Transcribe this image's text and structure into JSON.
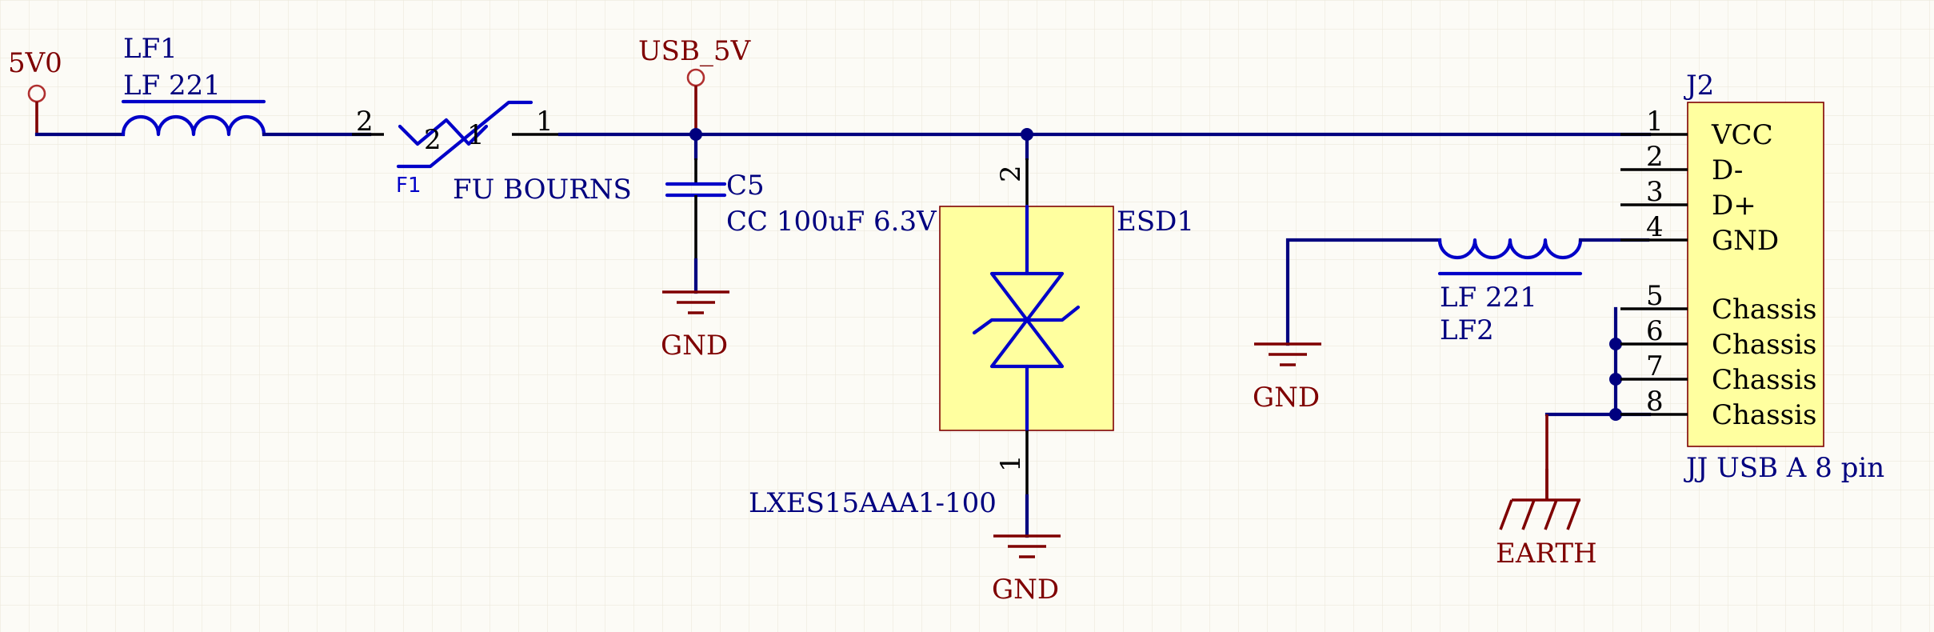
{
  "nets": {
    "v5": "5V0",
    "usb": "USB_5V",
    "gnd_c5": "GND",
    "gnd_esd": "GND",
    "gnd_lf2": "GND",
    "earth": "EARTH"
  },
  "lf1": {
    "ref": "LF1",
    "value": "LF 221"
  },
  "f1": {
    "ref": "F1",
    "value": "FU BOURNS",
    "pin2": "2",
    "pin1": "1",
    "outer_pin2": "2",
    "outer_pin1": "1"
  },
  "c5": {
    "ref": "C5",
    "value": "CC 100uF 6.3V"
  },
  "esd1": {
    "ref": "ESD1",
    "value": "LXES15AAA1-100",
    "pin_top": "2",
    "pin_bottom": "1"
  },
  "lf2": {
    "ref": "LF2",
    "value": "LF 221"
  },
  "j2": {
    "ref": "J2",
    "value": "JJ USB A 8 pin",
    "pins": [
      {
        "num": "1",
        "name": "VCC"
      },
      {
        "num": "2",
        "name": "D-"
      },
      {
        "num": "3",
        "name": "D+"
      },
      {
        "num": "4",
        "name": "GND"
      },
      {
        "num": "5",
        "name": "Chassis"
      },
      {
        "num": "6",
        "name": "Chassis"
      },
      {
        "num": "7",
        "name": "Chassis"
      },
      {
        "num": "8",
        "name": "Chassis"
      }
    ]
  },
  "colors": {
    "background": "#fcfbf6",
    "grid": "#ece9dc",
    "wire": "#00007f",
    "device": "#0000c8",
    "power": "#7f0000",
    "body": "#ffff9f"
  }
}
